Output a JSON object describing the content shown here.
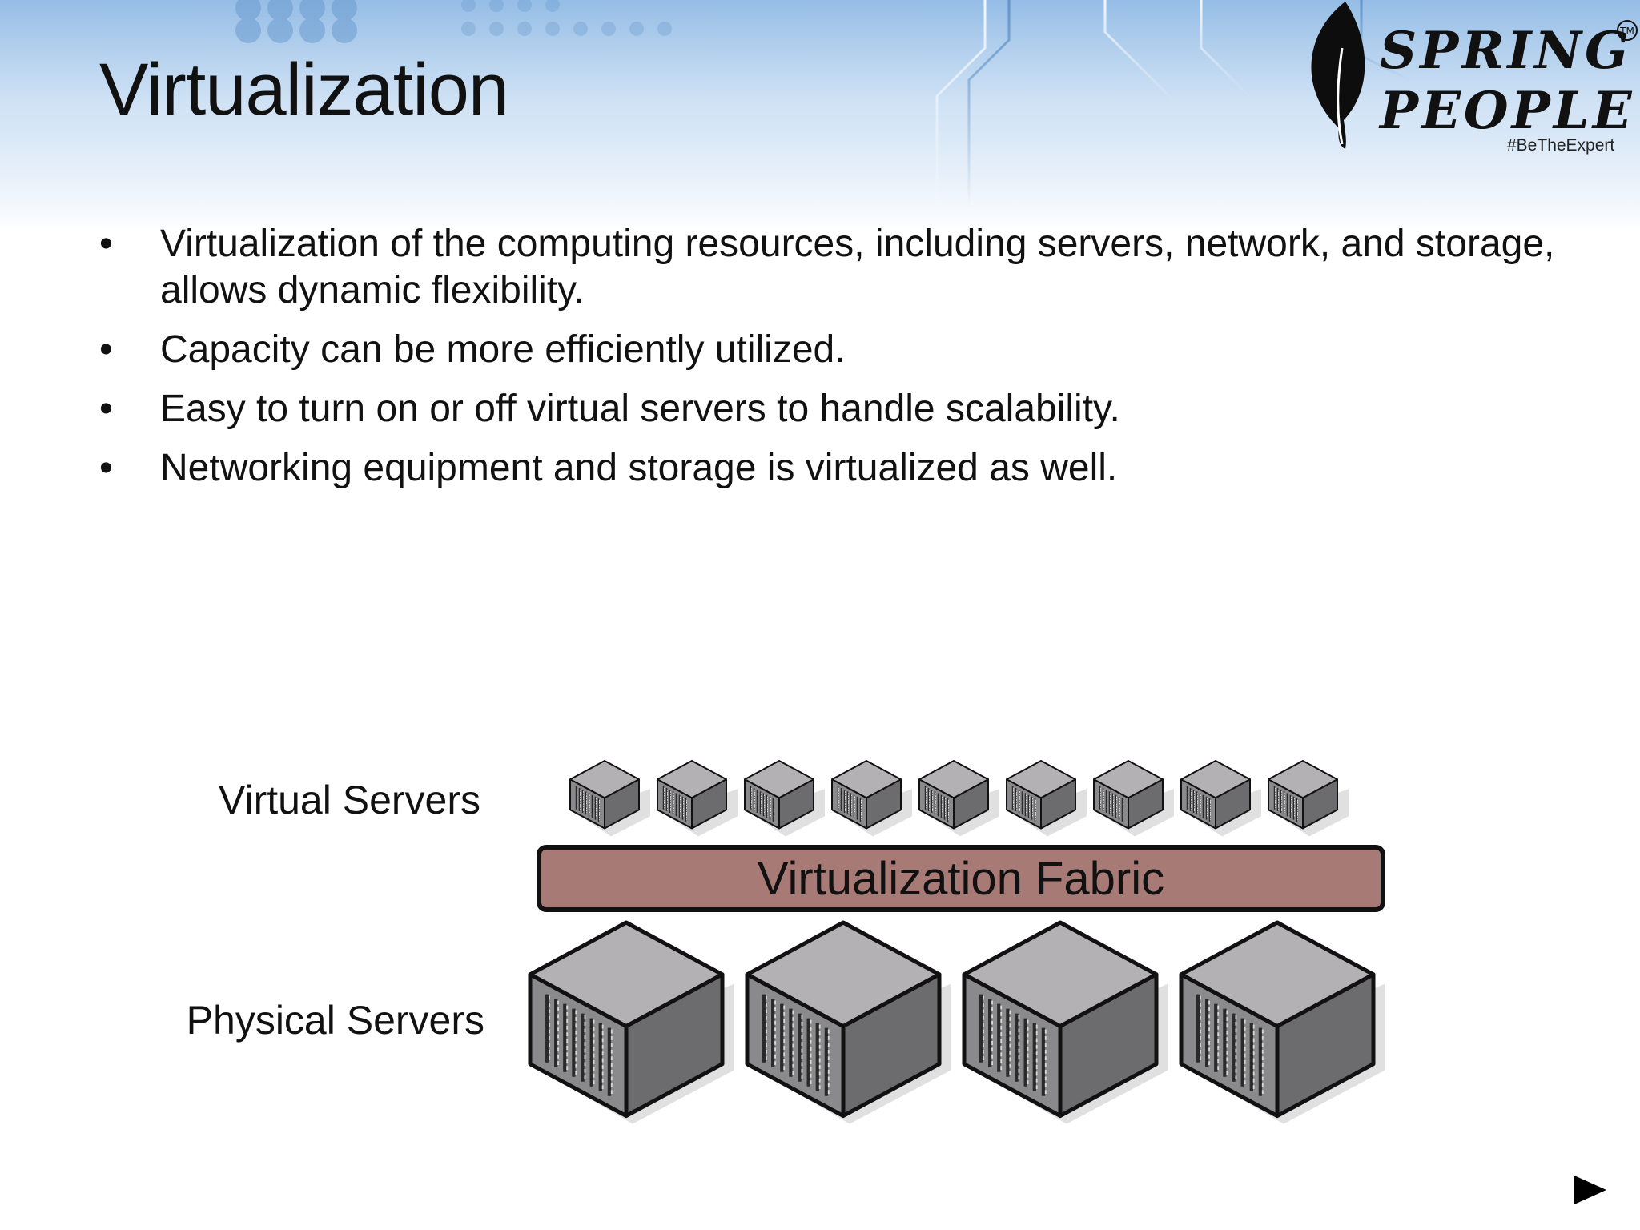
{
  "slide": {
    "title": "Virtualization",
    "bullets": [
      "Virtualization of the computing resources, including servers, network, and storage, allows dynamic flexibility.",
      "Capacity can be more efficiently utilized.",
      "Easy to turn on or off virtual servers to handle scalability.",
      "Networking equipment and storage is virtualized as well."
    ],
    "bullet_symbol": "•"
  },
  "logo": {
    "text": "SPRING PEOPLE",
    "trademark": "TM",
    "hashtag": "#BeTheExpert",
    "icon": "leaf-icon"
  },
  "diagram": {
    "virtual_label": "Virtual Servers",
    "fabric_label": "Virtualization Fabric",
    "physical_label": "Physical Servers",
    "virtual_server_count": 9,
    "physical_server_count": 4,
    "virtual_server_icon": "server-cube-icon",
    "physical_server_icon": "server-cube-icon",
    "fabric_color": "#a87a76"
  },
  "navigation": {
    "next_icon": "play-next-icon"
  },
  "colors": {
    "header_blue": "#9fc4e8",
    "text": "#111111"
  }
}
